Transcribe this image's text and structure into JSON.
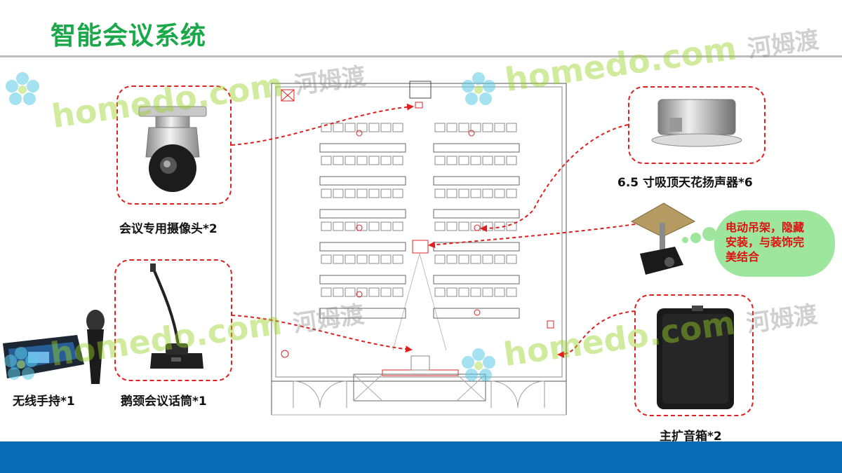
{
  "page_title": "智能会议系统",
  "watermark": {
    "brand": "homedo.com",
    "cn": "河姆渡"
  },
  "devices": {
    "camera": {
      "label": "会议专用摄像头*2",
      "icon": "ptz-camera-icon"
    },
    "speaker_ceiling": {
      "label": "6.5 寸吸顶天花扬声器*6",
      "icon": "ceiling-speaker-icon"
    },
    "gooseneck_mic": {
      "label": "鹅颈会议话筒*1",
      "icon": "gooseneck-microphone-icon"
    },
    "wireless_mic": {
      "label": "无线手持*1",
      "icon": "wireless-handheld-mic-icon"
    },
    "main_speaker": {
      "label": "主扩音箱*2",
      "icon": "wall-speaker-icon"
    },
    "projector": {
      "icon": "ceiling-projector-icon"
    }
  },
  "projector_note": {
    "line1": "电动吊架，隐藏",
    "line2": "安装，与装饰完",
    "line3": "美结合"
  },
  "colors": {
    "title": "#1aa84a",
    "accent": "#e02020",
    "footer": "#0a6bb5",
    "bubble": "#9ee69e"
  }
}
